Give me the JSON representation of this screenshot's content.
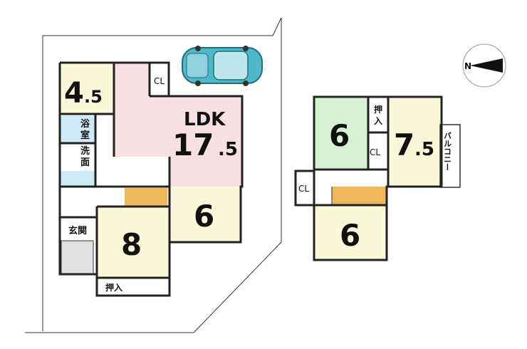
{
  "floor1": {
    "room_tatami_small": "4",
    "room_tatami_small_decimal": ".5",
    "ldk_label": "LDK",
    "ldk_size": "17",
    "ldk_size_decimal": ".5",
    "bath_line1": "浴",
    "bath_line2": "室",
    "wash_line1": "洗",
    "wash_line2": "面",
    "closet": "CL",
    "entrance": "玄関",
    "room_8": "8",
    "room_6": "6",
    "storage": "押入"
  },
  "floor2": {
    "washitsu_6": "6",
    "storage_line1": "押",
    "storage_line2": "入",
    "room_75": "7",
    "room_75_decimal": ".5",
    "closet_a": "CL",
    "closet_b": "CL",
    "room_6": "6",
    "balcony": "バルコニー"
  },
  "compass": {
    "label": "N"
  },
  "colors": {
    "ldk": "#f7e0e3",
    "yellow": "#fbf8d9",
    "washitsu": "#d6f0d2",
    "bath": "#cfe9f6",
    "stairs": "#f0b85a",
    "car": "#4fb9c9"
  }
}
